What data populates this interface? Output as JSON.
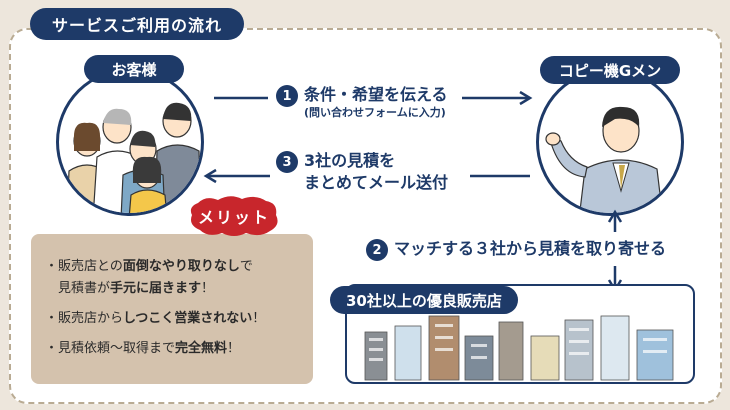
{
  "title": "サービスご利用の流れ",
  "customer": {
    "label": "お客様"
  },
  "company": {
    "label": "コピー機Gメン"
  },
  "steps": [
    {
      "num": "1",
      "text": "条件・希望を伝える",
      "sub": "(問い合わせフォームに入力)"
    },
    {
      "num": "2",
      "text": "マッチする３社から見積を取り寄せる"
    },
    {
      "num": "3",
      "line1": "3社の見積を",
      "line2": "まとめてメール送付"
    }
  ],
  "merit": {
    "badge": "メリット",
    "items": [
      {
        "a": "・販売店との",
        "b": "面倒なやり取りなし",
        "c": "で",
        "d": "　見積書が",
        "e": "手元に届きます",
        "f": "！"
      },
      {
        "a": "・販売店から",
        "b": "しつこく営業されない",
        "c": "！"
      },
      {
        "a": "・見積依頼〜取得まで",
        "b": "完全無料",
        "c": "！"
      }
    ]
  },
  "shops": {
    "label": "30社以上の優良販売店"
  },
  "colors": {
    "navy": "#1e3a68",
    "beige": "#d4c2ad",
    "red": "#c8262c"
  }
}
